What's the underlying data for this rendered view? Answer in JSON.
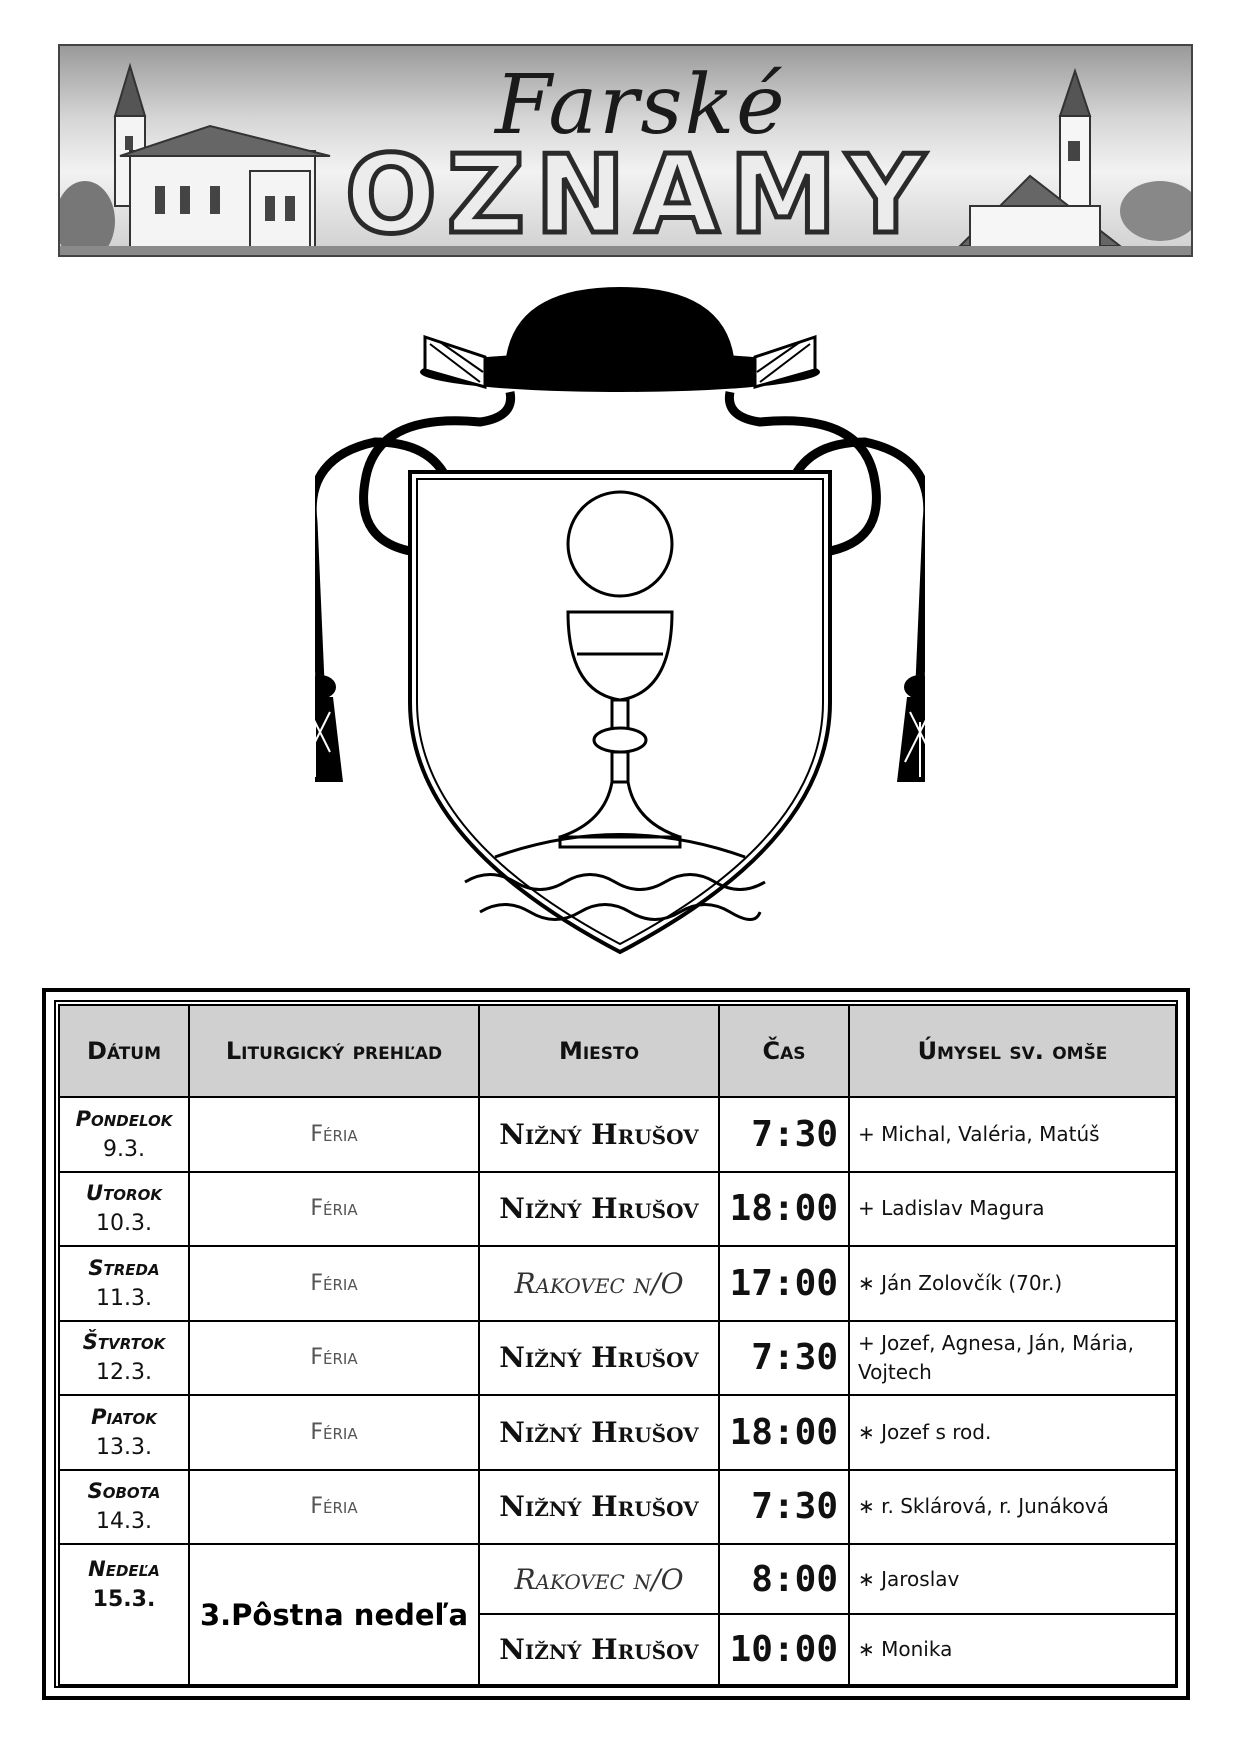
{
  "banner": {
    "script_title": "Farské",
    "main_title": "OZNAMY"
  },
  "schedule": {
    "headers": {
      "date": "Dátum",
      "liturgy": "Liturgický prehľad",
      "place": "Miesto",
      "time": "Čas",
      "intention": "Úmysel sv. omše"
    },
    "rows": [
      {
        "day": "Pondelok",
        "date": "9.3.",
        "liturgy": "Féria",
        "place": "Nižný Hrušov",
        "time": "7:30",
        "intention": "+ Michal, Valéria, Matúš"
      },
      {
        "day": "Utorok",
        "date": "10.3.",
        "liturgy": "Féria",
        "place": "Nižný Hrušov",
        "time": "18:00",
        "intention": "+ Ladislav Magura"
      },
      {
        "day": "Streda",
        "date": "11.3.",
        "liturgy": "Féria",
        "place": "Rakovec n/O",
        "time": "17:00",
        "intention": "∗ Ján Zolovčík (70r.)"
      },
      {
        "day": "Štvrtok",
        "date": "12.3.",
        "liturgy": "Féria",
        "place": "Nižný Hrušov",
        "time": "7:30",
        "intention": "+ Jozef, Agnesa, Ján, Mária, Vojtech"
      },
      {
        "day": "Piatok",
        "date": "13.3.",
        "liturgy": "Féria",
        "place": "Nižný Hrušov",
        "time": "18:00",
        "intention": "∗ Jozef s rod."
      },
      {
        "day": "Sobota",
        "date": "14.3.",
        "liturgy": "Féria",
        "place": "Nižný Hrušov",
        "time": "7:30",
        "intention": "∗ r. Sklárová, r. Junáková"
      }
    ],
    "sunday": {
      "day": "Nedeľa",
      "date": "15.3.",
      "liturgy": "3.Pôstna nedeľa",
      "masses": [
        {
          "place": "Rakovec n/O",
          "time": "8:00",
          "intention": "∗ Jaroslav"
        },
        {
          "place": "Nižný Hrušov",
          "time": "10:00",
          "intention": "∗ Monika"
        }
      ]
    }
  }
}
